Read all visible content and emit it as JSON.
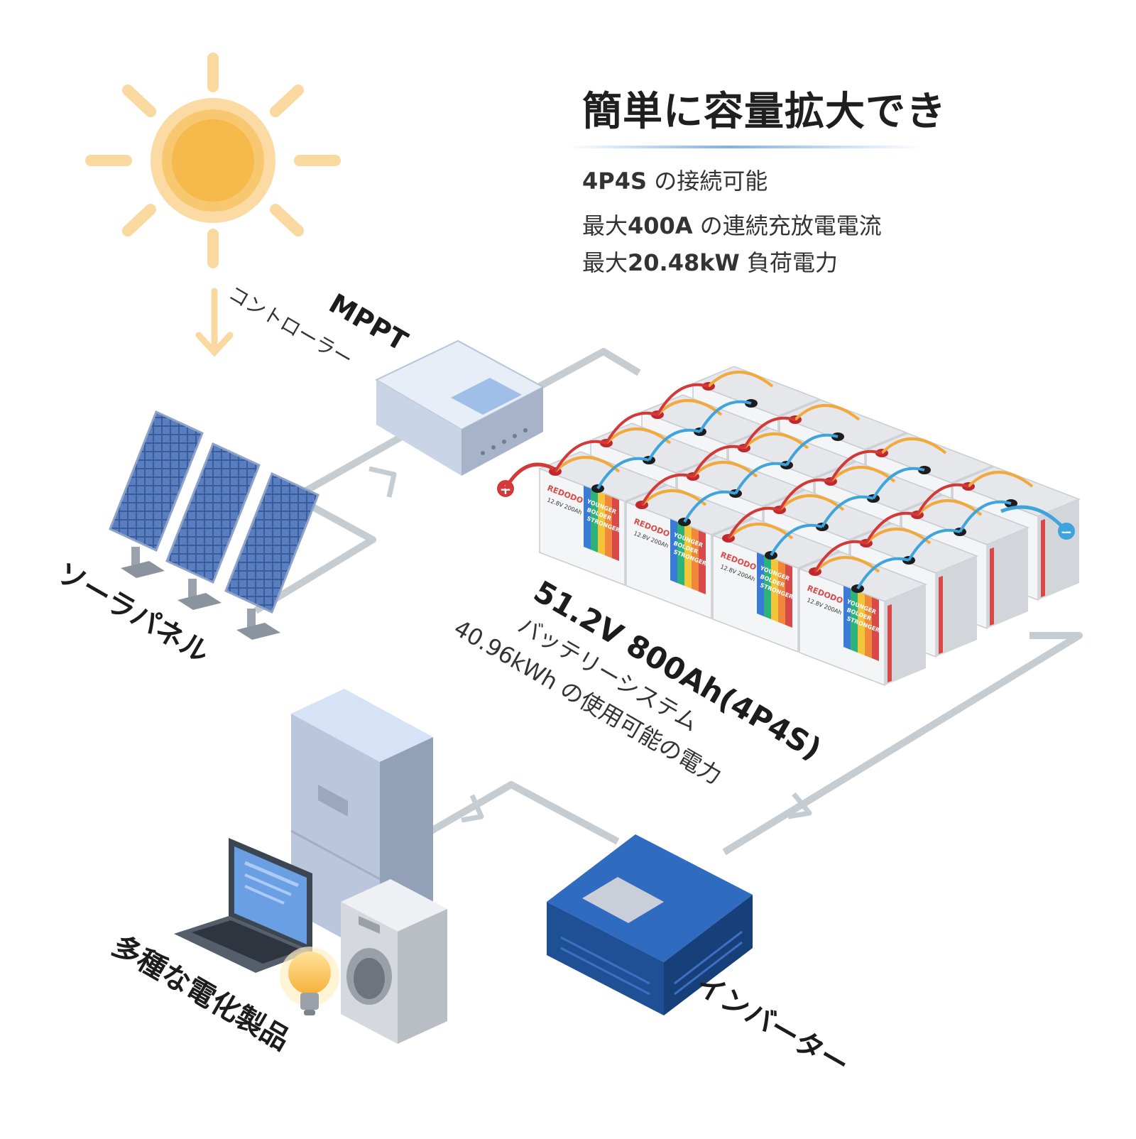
{
  "heading": "簡単に容量拡大でき",
  "features": [
    {
      "pre": "",
      "bold": "4P4S",
      "post": " の接続可能"
    },
    {
      "pre": "最大",
      "bold": "400A",
      "post": " の連続充放電電流"
    },
    {
      "pre": "最大",
      "bold": "20.48kW",
      "post": " 負荷電力"
    }
  ],
  "mppt": {
    "title": "MPPT",
    "subtitle": "コントローラー"
  },
  "solar_panel_label": "ソーラパネル",
  "battery": {
    "line1": "51.2V 800Ah(4P4S)",
    "line2": "バッテリーシステム",
    "line3": "40.96kWh の使用可能の電力",
    "brand": "REDODO",
    "spec_voltage": "12.8V",
    "spec_capacity": "200Ah",
    "slogan": [
      "YOUNGER",
      "BOLDER",
      "STRONGER"
    ],
    "plus_symbol": "+",
    "minus_symbol": "−"
  },
  "inverter_label": "インバーター",
  "appliances_label": "多種な電化製品",
  "colors": {
    "sun": "#f6b94b",
    "sun_ray": "#f9d9a0",
    "wire": "#c5ccd2",
    "cable_red": "#d23a3a",
    "cable_blue": "#3fa3dc",
    "cable_orange": "#f2a93b",
    "inverter": "#2f6bbf",
    "accent_rule": "#7fb0ec"
  }
}
